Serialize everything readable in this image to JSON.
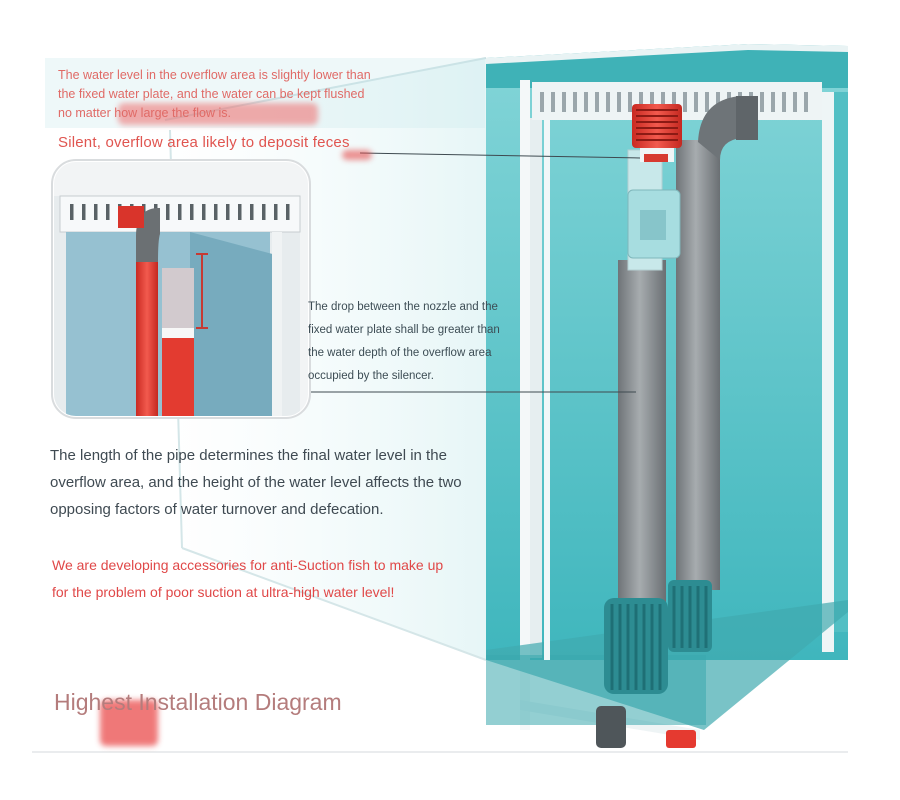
{
  "notes": {
    "top_overflow": "The water level in the overflow area is slightly lower than the fixed water plate, and the water can be kept flushed no matter how large the flow is.",
    "silent": "Silent, overflow area likely to deposit feces",
    "drop": "The drop between the nozzle and the fixed water plate shall be greater than the water depth of the overflow area occupied by the silencer.",
    "pipe_length": "The length of the pipe determines the final water level in the overflow area, and the height of the water level affects the two opposing factors of water turnover and defecation.",
    "developing": "We are developing accessories for anti-Suction fish to make up for the problem of poor suction at ultra-high water level!"
  },
  "title": "Highest Installation Diagram",
  "colors": {
    "water": "#5ec6c9",
    "water_dark": "#3aa3aa",
    "pipe_grey": "#8f9599",
    "pipe_red": "#e53a30",
    "accent_text": "#e04848"
  }
}
